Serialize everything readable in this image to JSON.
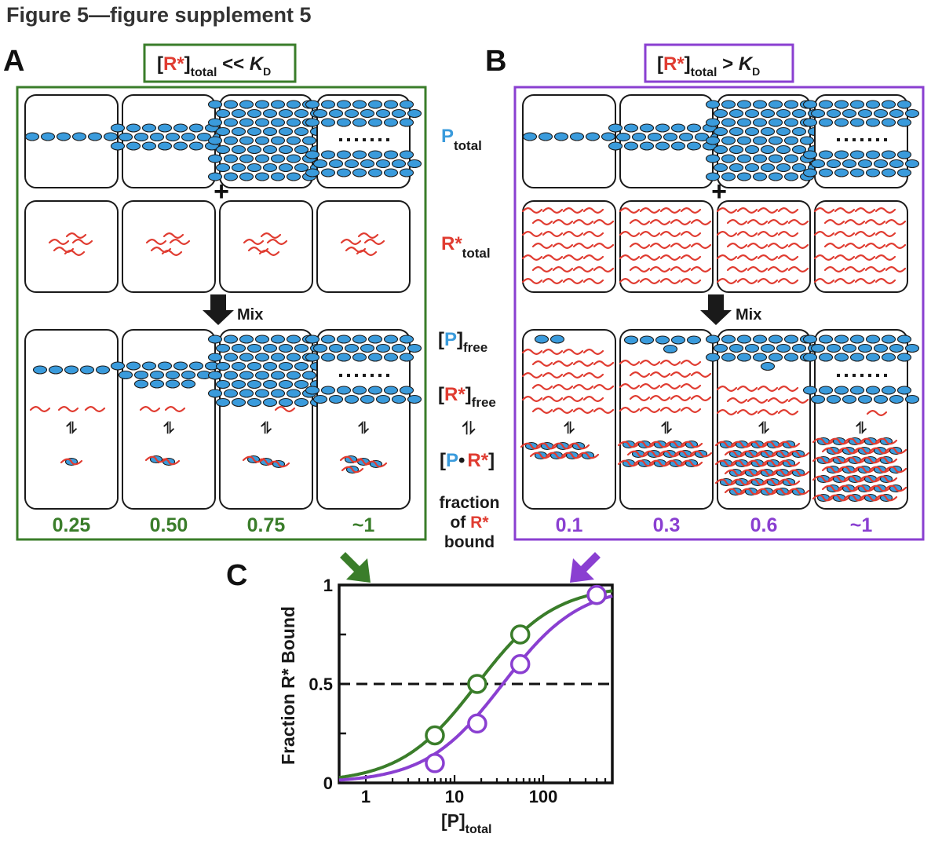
{
  "figure_title": "Figure 5—figure supplement 5",
  "colors": {
    "green": "#3a7d2a",
    "purple": "#8a3fd1",
    "red": "#e03c31",
    "blue": "#3a9bdc",
    "dark": "#1a1a1a"
  },
  "panelA": {
    "letter": "A",
    "cond": {
      "lb": "[",
      "r": "R*",
      "rb": "]",
      "sub": "total",
      "op": " << ",
      "k": "K",
      "ksub": "D"
    },
    "fractions": [
      "0.25",
      "0.50",
      "0.75",
      "~1"
    ],
    "mix": "Mix",
    "plus": "+"
  },
  "panelB": {
    "letter": "B",
    "cond": {
      "lb": "[",
      "r": "R*",
      "rb": "]",
      "sub": "total",
      "op": " > ",
      "k": "K",
      "ksub": "D"
    },
    "fractions": [
      "0.1",
      "0.3",
      "0.6",
      "~1"
    ],
    "mix": "Mix",
    "plus": "+"
  },
  "middle": {
    "p_total": {
      "main": "P",
      "sub": "total"
    },
    "r_total": {
      "main": "R*",
      "sub": "total"
    },
    "p_free": {
      "lb": "[",
      "p": "P",
      "rb": "]",
      "sub": "free"
    },
    "r_free": {
      "lb": "[",
      "r": "R*",
      "rb": "]",
      "sub": "free"
    },
    "eq": "⥮",
    "complex": {
      "lb": "[",
      "p": "P",
      "dot": "•",
      "r": "R*",
      "rb": "]"
    },
    "frac_lines": [
      "fraction",
      "of",
      "R*",
      "bound"
    ]
  },
  "panelC": {
    "letter": "C",
    "ylabel": "Fraction R* Bound",
    "xlabel_main": "[P]",
    "xlabel_sub": "total"
  },
  "chart_data": {
    "type": "line",
    "x_scale": "log",
    "xlim": [
      0.5,
      600
    ],
    "ylim": [
      0,
      1
    ],
    "xticks": [
      "1",
      "10",
      "100"
    ],
    "yticks": [
      "0",
      "0.5",
      "1"
    ],
    "reference_line": {
      "y": 0.5,
      "style": "dashed"
    },
    "series": [
      {
        "color": "#3a7d2a",
        "Kd": 18,
        "points_x": [
          6,
          18,
          55,
          400
        ],
        "points_y": [
          0.24,
          0.5,
          0.75,
          0.95
        ]
      },
      {
        "color": "#8a3fd1",
        "Kd": 35,
        "points_x": [
          6,
          18,
          55,
          400
        ],
        "points_y": [
          0.1,
          0.3,
          0.6,
          0.95
        ]
      }
    ]
  }
}
